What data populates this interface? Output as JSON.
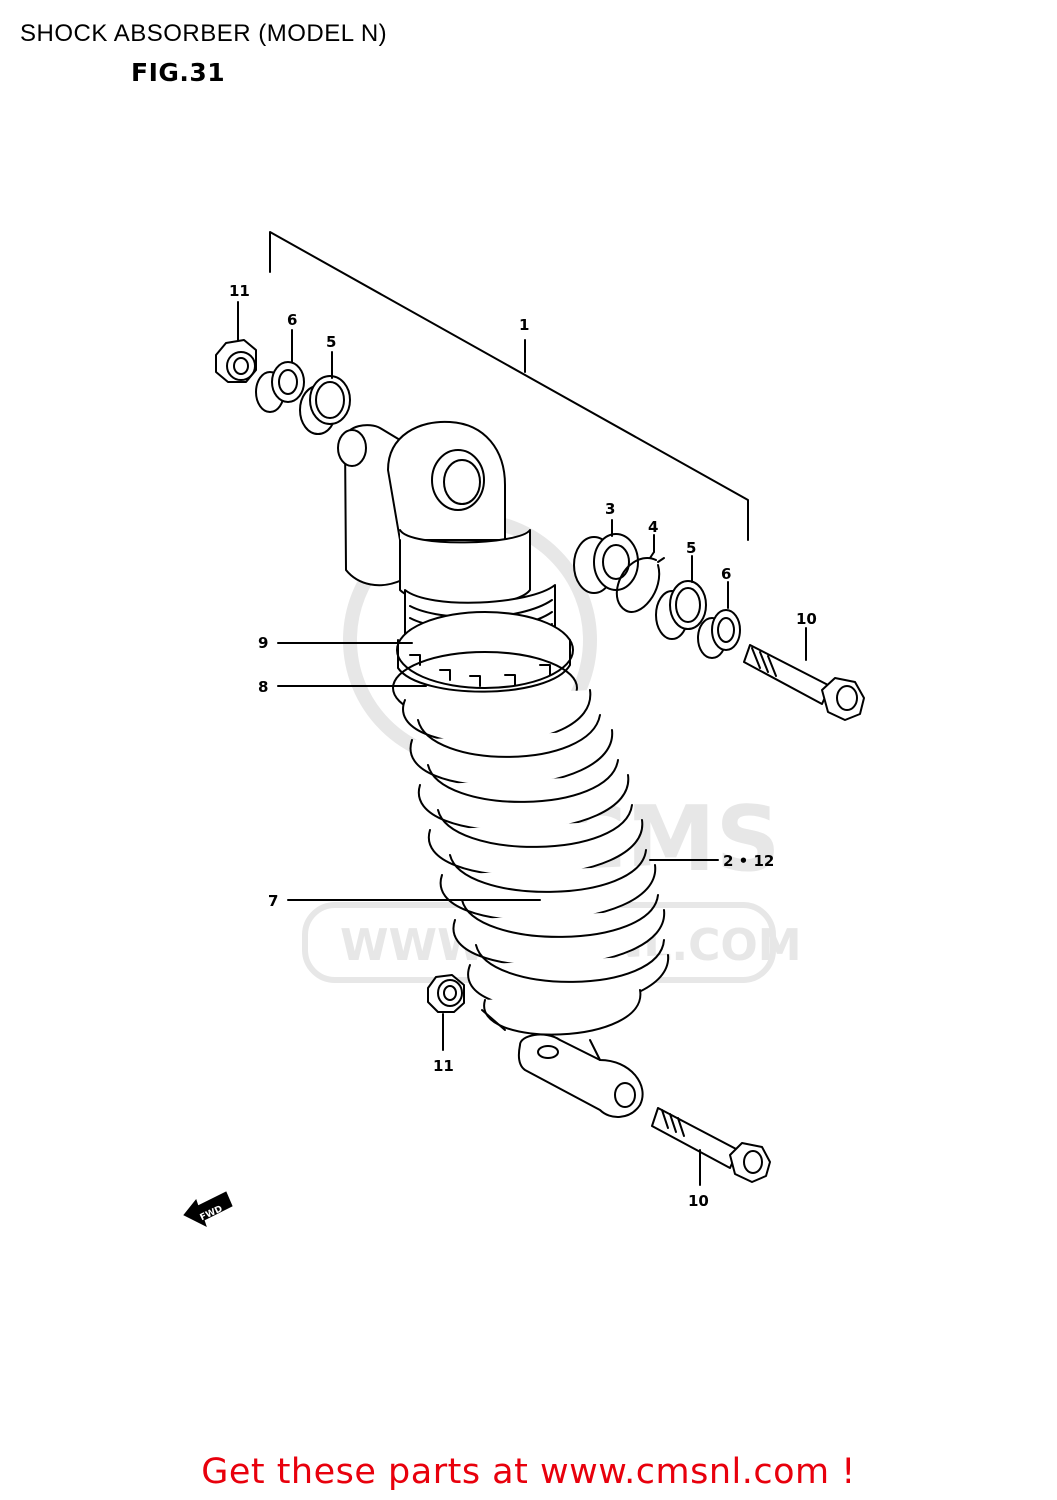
{
  "title": "SHOCK ABSORBER (MODEL N)",
  "figure": "FIG.31",
  "footer": "Get these parts at www.cmsnl.com !",
  "watermark": {
    "brand": "CMS",
    "url": "WWW.CMSNL.COM"
  },
  "direction_marker": "FWD",
  "callouts": [
    {
      "id": "1",
      "label": "1"
    },
    {
      "id": "2-12",
      "label": "2 • 12"
    },
    {
      "id": "3",
      "label": "3"
    },
    {
      "id": "4",
      "label": "4"
    },
    {
      "id": "5a",
      "label": "5"
    },
    {
      "id": "5b",
      "label": "5"
    },
    {
      "id": "6a",
      "label": "6"
    },
    {
      "id": "6b",
      "label": "6"
    },
    {
      "id": "7",
      "label": "7"
    },
    {
      "id": "8",
      "label": "8"
    },
    {
      "id": "9",
      "label": "9"
    },
    {
      "id": "10a",
      "label": "10"
    },
    {
      "id": "10b",
      "label": "10"
    },
    {
      "id": "11a",
      "label": "11"
    },
    {
      "id": "11b",
      "label": "11"
    }
  ],
  "colors": {
    "line": "#000000",
    "footer": "#e8000c",
    "watermark": "#e7e7e7"
  }
}
